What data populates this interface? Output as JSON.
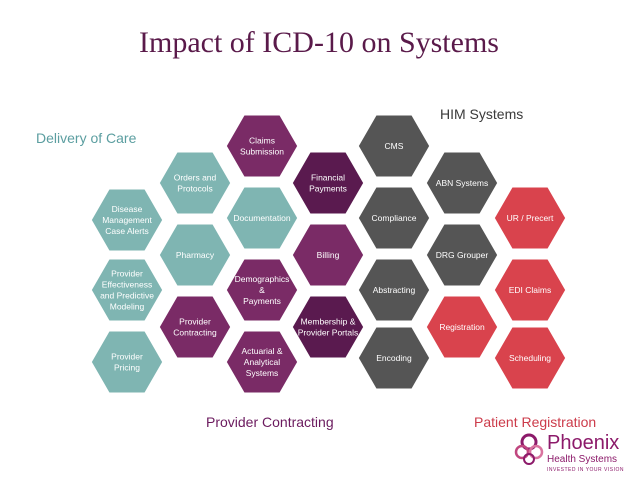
{
  "title": "Impact of ICD-10 on Systems",
  "captions": {
    "delivery_of_care": "Delivery of Care",
    "him_systems": "HIM Systems",
    "provider_contracting": "Provider Contracting",
    "patient_registration": "Patient Registration"
  },
  "colors": {
    "title": "#5a1a4a",
    "delivery_caption": "#5b9ea0",
    "dark_caption": "#3a3a3a",
    "provider_caption": "#6b1a5e",
    "patient_caption": "#cc3b4a",
    "teal": "#7fb5b2",
    "purple": "#7a2b66",
    "dark_purple": "#5a1a4f",
    "gray": "#555555",
    "red": "#d9434d"
  },
  "hexes": [
    {
      "id": "disease-management",
      "lines": [
        "Disease",
        "Management",
        "Case Alerts"
      ],
      "color": "teal"
    },
    {
      "id": "provider-effectiveness",
      "lines": [
        "Provider",
        "Effectiveness",
        "and Predictive",
        "Modeling"
      ],
      "color": "teal"
    },
    {
      "id": "provider-pricing",
      "lines": [
        "Provider",
        "Pricing"
      ],
      "color": "teal"
    },
    {
      "id": "orders-protocols",
      "lines": [
        "Orders and",
        "Protocols"
      ],
      "color": "teal"
    },
    {
      "id": "pharmacy",
      "lines": [
        "Pharmacy"
      ],
      "color": "teal"
    },
    {
      "id": "provider-contracting",
      "lines": [
        "Provider",
        "Contracting"
      ],
      "color": "purple"
    },
    {
      "id": "claims-submission",
      "lines": [
        "Claims",
        "Submission"
      ],
      "color": "purple"
    },
    {
      "id": "documentation",
      "lines": [
        "Documentation"
      ],
      "color": "teal"
    },
    {
      "id": "demographics-payments",
      "lines": [
        "Demographics",
        "&",
        "Payments"
      ],
      "color": "purple"
    },
    {
      "id": "actuarial-systems",
      "lines": [
        "Actuarial &",
        "Analytical",
        "Systems"
      ],
      "color": "purple"
    },
    {
      "id": "financial-payments",
      "lines": [
        "Financial",
        "Payments"
      ],
      "color": "dark_purple"
    },
    {
      "id": "billing",
      "lines": [
        "Billing"
      ],
      "color": "purple"
    },
    {
      "id": "membership-portals",
      "lines": [
        "Membership &",
        "Provider Portals"
      ],
      "color": "dark_purple"
    },
    {
      "id": "cms",
      "lines": [
        "CMS"
      ],
      "color": "gray"
    },
    {
      "id": "compliance",
      "lines": [
        "Compliance"
      ],
      "color": "gray"
    },
    {
      "id": "abstracting",
      "lines": [
        "Abstracting"
      ],
      "color": "gray"
    },
    {
      "id": "encoding",
      "lines": [
        "Encoding"
      ],
      "color": "gray"
    },
    {
      "id": "abn-systems",
      "lines": [
        "ABN Systems"
      ],
      "color": "gray"
    },
    {
      "id": "drg-grouper",
      "lines": [
        "DRG Grouper"
      ],
      "color": "gray"
    },
    {
      "id": "registration",
      "lines": [
        "Registration"
      ],
      "color": "red"
    },
    {
      "id": "ur-precert",
      "lines": [
        "UR / Precert"
      ],
      "color": "red"
    },
    {
      "id": "edi-claims",
      "lines": [
        "EDI Claims"
      ],
      "color": "red"
    },
    {
      "id": "scheduling",
      "lines": [
        "Scheduling"
      ],
      "color": "red"
    }
  ],
  "logo": {
    "name": "Phoenix",
    "sub": "Health Systems",
    "tagline": "INVESTED IN YOUR VISION"
  }
}
